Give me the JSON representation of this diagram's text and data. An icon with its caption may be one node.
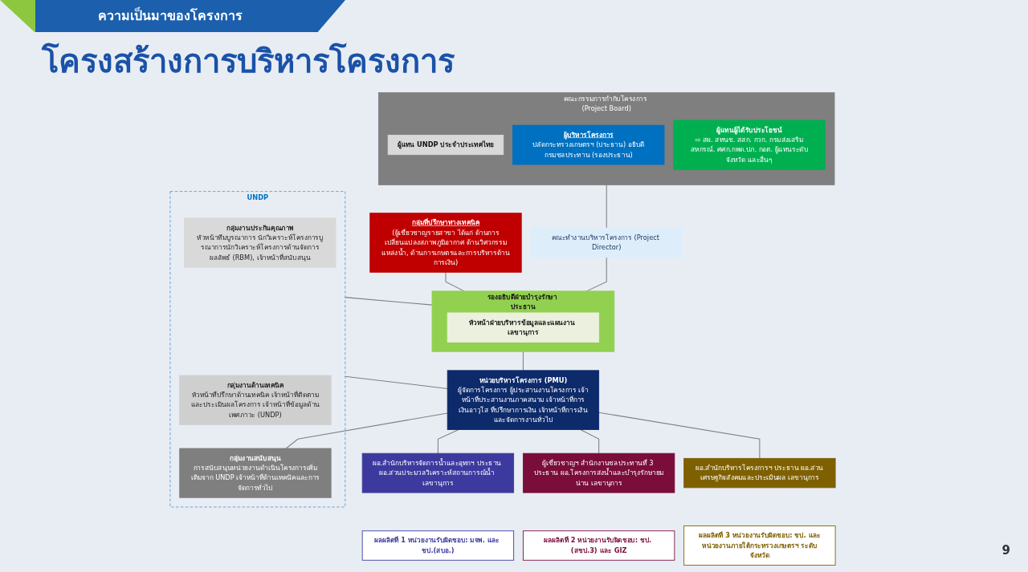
{
  "diagram": {
    "title": "โครงสร้างการบริหารโครงการ",
    "nodes": [
      {
        "text": [
          "คณะกรรมการกำกับโครงการ (Project Board)"
        ]
      },
      {
        "text": [
          "ผู้แทน UNDP ประจำประเทศไทย"
        ],
        "in": 0
      },
      {
        "text": [
          "ผู้บริหารโครงการ",
          "ปลัดกระทรวงเกษตรฯ (ประธาน) อธิบดีกรมชลประทาน (รองประธาน)"
        ],
        "in": 0
      },
      {
        "text": [
          "ผู้แทนผู้ได้รับประโยชน์",
          "⇨ สผ. สทนช. สสก. กวก. กรมส่งเสริมสหกรณ์. ศศก.กพด.ปภ. กอต. ผู้แทนระดับจังหวัด และอื่นๆ"
        ],
        "in": 0
      },
      {
        "text": [
          "คณะทำงานบริหารโครงการ (Project Director)"
        ]
      },
      {
        "text": [
          "รองอธิบดีฝ่ายบำรุงรักษา ประธาน"
        ]
      },
      {
        "text": [
          "หัวหน้าฝ่ายบริหารข้อมูลและแผนงาน เลขานุการ"
        ],
        "in": 5
      },
      {
        "text": [
          "กลุ่มที่ปรึกษาทางเทคนิค",
          "(ผู้เชี่ยวชาญรายสาขา ได้แก่ ด้านการเปลี่ยนแปลงสภาพภูมิอากาศ ด้านวิศวกรรมแหล่งน้ำ, ด้านการเกษตรและการบริหารด้านการเงิน)"
        ]
      },
      {
        "text": [
          "หน่วยบริหารโครงการ (PMU)",
          "ผู้จัดการโครงการ ผู้ประสานงานโครงการ เจ้าหน้าที่ประสานงานภาคสนาม เจ้าหน้าที่การเงินอาวุโส ที่ปรึกษาการเงิน เจ้าหน้าที่การเงินและจัดการงานทั่วไป"
        ]
      },
      {
        "text": [
          "UNDP"
        ]
      },
      {
        "text": [
          "กลุ่มงานประกันคุณภาพ",
          "หัวหน้าทีมบูรณาการ นักวิเคราะห์โครงการบูรณาการนักวิเคราะห์โครงการด้านจัดการผลลัพธ์ (RBM), เจ้าหน้าที่สนับสนุน"
        ],
        "in": 9
      },
      {
        "text": [
          "กลุ่มงานด้านเทคนิค",
          "หัวหน้าที่ปรึกษาด้านเทคนิค เจ้าหน้าที่ติดตามและประเมินผลโครงการ เจ้าหน้าที่ข้อมูลด้านเพศภาวะ (UNDP)"
        ],
        "in": 9
      },
      {
        "text": [
          "กลุ่มงานสนับสนุน",
          "การสนับสนุนหน่วยงานดำเนินโครงการเพิ่มเติมจาก UNDP เจ้าหน้าที่ด้านเทคนิคและการจัดการทั่วไป"
        ],
        "in": 9
      },
      {
        "text": [
          "ผอ.สำนักบริหารจัดการน้ำและอุทกฯ ประธาน ผอ.ส่วนประมวลวิเคราะห์สถานการณ์น้ำ เลขานุการ"
        ]
      },
      {
        "text": [
          "ผลผลิตที่ 1 หน่วยงานรับผิดชอบ: มจพ. และ ชป.(สบอ.)"
        ]
      },
      {
        "text": [
          "ผู้เชี่ยวชาญฯ สำนักงานชลประทานที่ 3 ประธาน ผอ.โครงการส่งน้ำและบำรุงรักษายมน่าน เลขานุการ"
        ]
      },
      {
        "text": [
          "ผลผลิตที่ 2 หน่วยงานรับผิดชอบ: ชป. (สชป.3) และ GIZ"
        ]
      },
      {
        "text": [
          "ผอ.สำนักบริหารโครงการฯ ประธาน ผอ.ส่วนเศรษฐกิจสังคมและประเมินผล เลขานุการ"
        ]
      },
      {
        "text": [
          "ผลผลิตที่ 3 หน่วยงานรับผิดชอบ: ชป. และหน่วยงานภายใต้กระทรวงเกษตรฯ ระดับจังหวัด"
        ]
      }
    ],
    "edges": [
      {
        "from": 0,
        "to": 4,
        "arrow": "none"
      },
      {
        "from": 4,
        "to": 5,
        "arrow": "none"
      },
      {
        "from": 5,
        "to": 8,
        "arrow": "none"
      },
      {
        "from": 9,
        "to": 5,
        "arrow": "none"
      },
      {
        "from": 7,
        "to": 5,
        "arrow": "none"
      },
      {
        "from": 9,
        "to": 8,
        "arrow": "none"
      },
      {
        "from": 8,
        "to": 12,
        "arrow": "none"
      },
      {
        "from": 8,
        "to": 13,
        "arrow": "none"
      },
      {
        "from": 8,
        "to": 15,
        "arrow": "none"
      },
      {
        "from": 8,
        "to": 17,
        "arrow": "none"
      }
    ],
    "labels": [
      "ความเป็นมาของโครงการ",
      "9"
    ]
  }
}
